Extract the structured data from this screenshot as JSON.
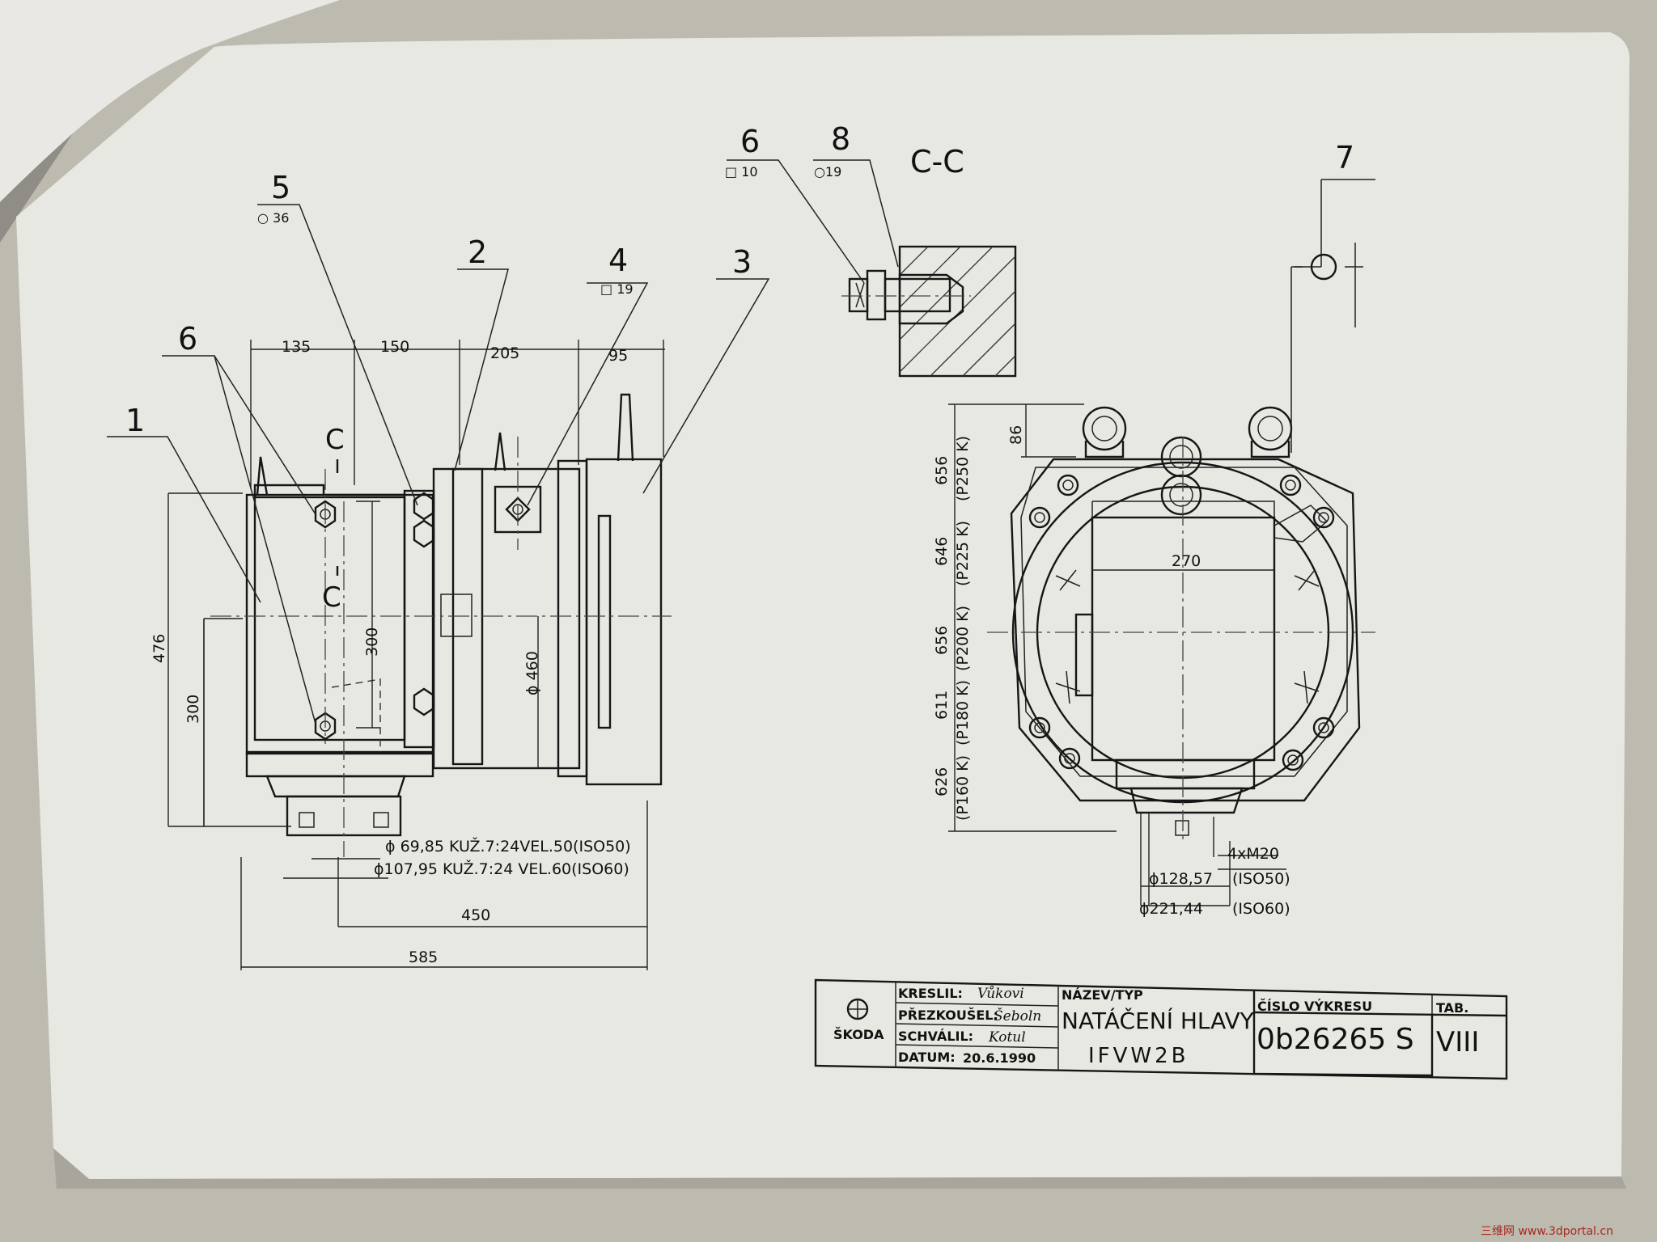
{
  "callouts": {
    "c1": "1",
    "c2": "2",
    "c3": "3",
    "c4": "4",
    "c4_spec": "□ 19",
    "c5": "5",
    "c5_spec": "○ 36",
    "c6": "6",
    "c6b": "6",
    "c6b_spec": "□ 10",
    "c7": "7",
    "c8": "8",
    "c8_spec": "○19"
  },
  "section": {
    "label": "C-C",
    "mark_top": "C",
    "mark_bottom": "C"
  },
  "dims_left": {
    "d135": "135",
    "d150": "150",
    "d205": "205",
    "d95": "95",
    "d476": "476",
    "d300a": "300",
    "d300b": "300",
    "d460": "ϕ 460",
    "d450": "450",
    "d585": "585",
    "taper1": "ϕ 69,85  KUŽ.7:24VEL.50(ISO50)",
    "taper2": "ϕ107,95  KUŽ.7:24 VEL.60(ISO60)"
  },
  "dims_right": {
    "d86": "86",
    "d270": "270",
    "d656a": "656",
    "p250": "(P250 K)",
    "d646": "646",
    "p225": "(P225 K)",
    "d656b": "656",
    "p200": "(P200 K)",
    "d611": "611",
    "p180": "(P180 K)",
    "d626": "626",
    "p160": "(P160 K)",
    "m20": "4xM20",
    "d128": "ϕ128,57",
    "iso50": "(ISO50)",
    "d221": "ϕ221,44",
    "iso60": "(ISO60)"
  },
  "title_block": {
    "logo": "ŠKODA",
    "kreslil": "KRESLIL:",
    "prezkousel": "PŘEZKOUŠEL:",
    "schvalil": "SCHVÁLIL:",
    "datum_label": "DATUM:",
    "datum_value": "20.6.1990",
    "sig1": "Vůkovi",
    "sig2": "Šeboln",
    "sig3": "Kotul",
    "nazev_label": "NÁZEV/TYP",
    "nazev_value": "NATÁČENÍ HLAVY",
    "typ_value": "IFVW2B",
    "cislo_label": "ČÍSLO VÝKRESU",
    "cislo_value": "0b26265 S",
    "tab_label": "TAB.",
    "tab_value": "VIII"
  },
  "watermark": "三维网 www.3dportal.cn"
}
